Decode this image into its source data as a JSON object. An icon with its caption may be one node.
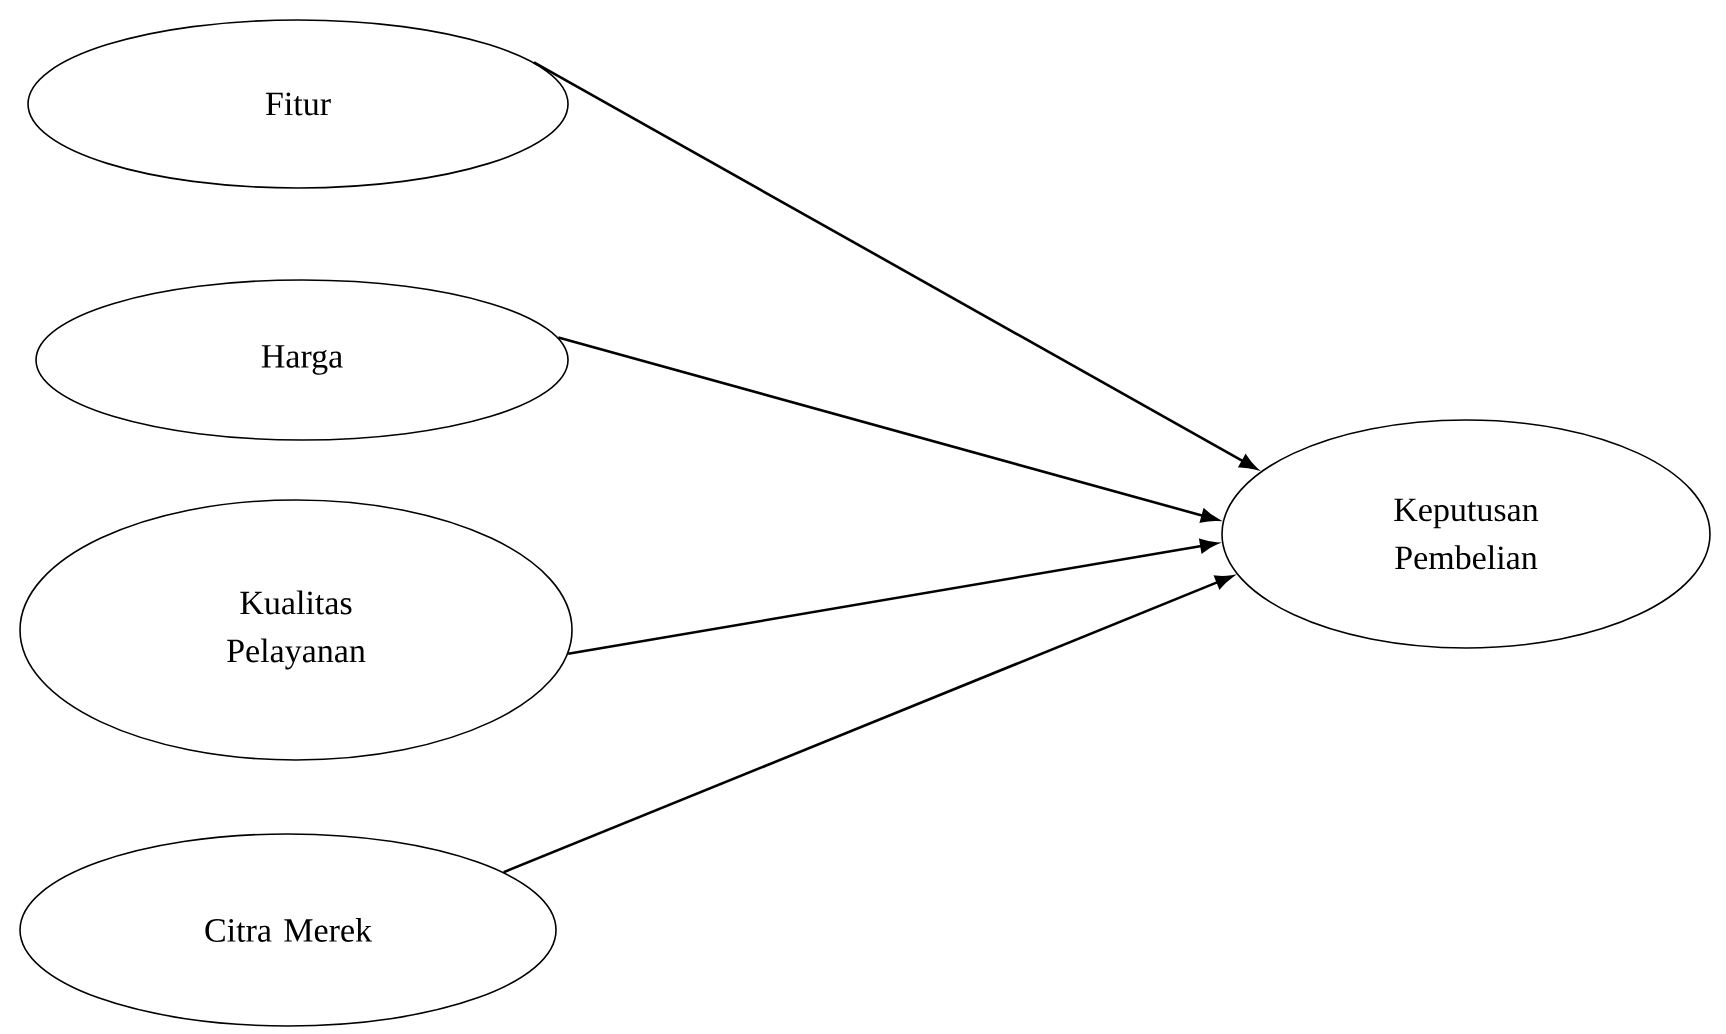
{
  "diagram": {
    "nodes": [
      {
        "text": [
          "Fitur"
        ]
      },
      {
        "text": [
          "Harga"
        ]
      },
      {
        "text": [
          "Kualitas Pelayanan"
        ]
      },
      {
        "text": [
          "Citra Merek"
        ]
      },
      {
        "text": [
          "Keputusan Pembelian"
        ]
      }
    ],
    "edges": [
      {
        "from": 0,
        "to": 4,
        "arrow": "to"
      },
      {
        "from": 1,
        "to": 4,
        "arrow": "to"
      },
      {
        "from": 2,
        "to": 4,
        "arrow": "to"
      },
      {
        "from": 3,
        "to": 4,
        "arrow": "to"
      }
    ]
  }
}
